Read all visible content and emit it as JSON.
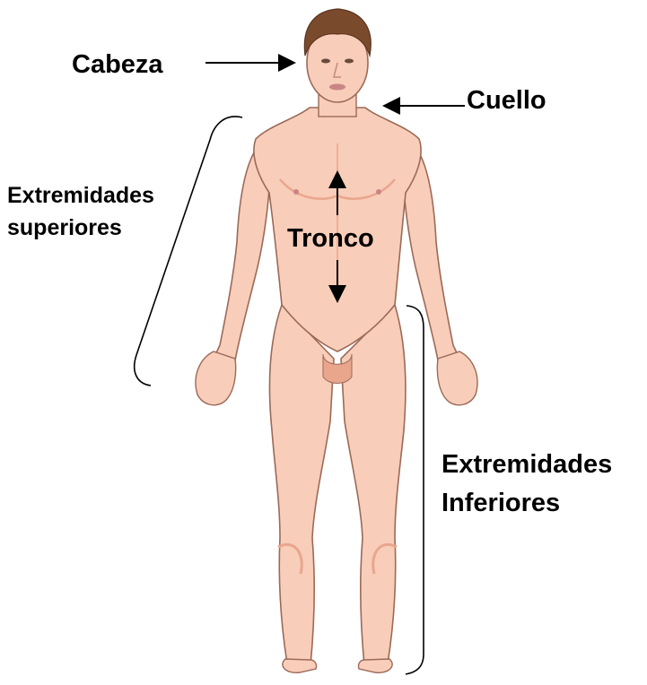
{
  "labels": {
    "head": "Cabeza",
    "neck": "Cuello",
    "upper_limbs": [
      "Extremidades",
      "superiores"
    ],
    "trunk": "Tronco",
    "lower_limbs": [
      "Extremidades",
      "Inferiores"
    ]
  },
  "colors": {
    "skin": "#f8cdb9",
    "skin_shadow": "#e9a68d",
    "outline": "#9b6a58",
    "hair": "#7a4a2c",
    "lips": "#c98585",
    "text": "#000000"
  }
}
